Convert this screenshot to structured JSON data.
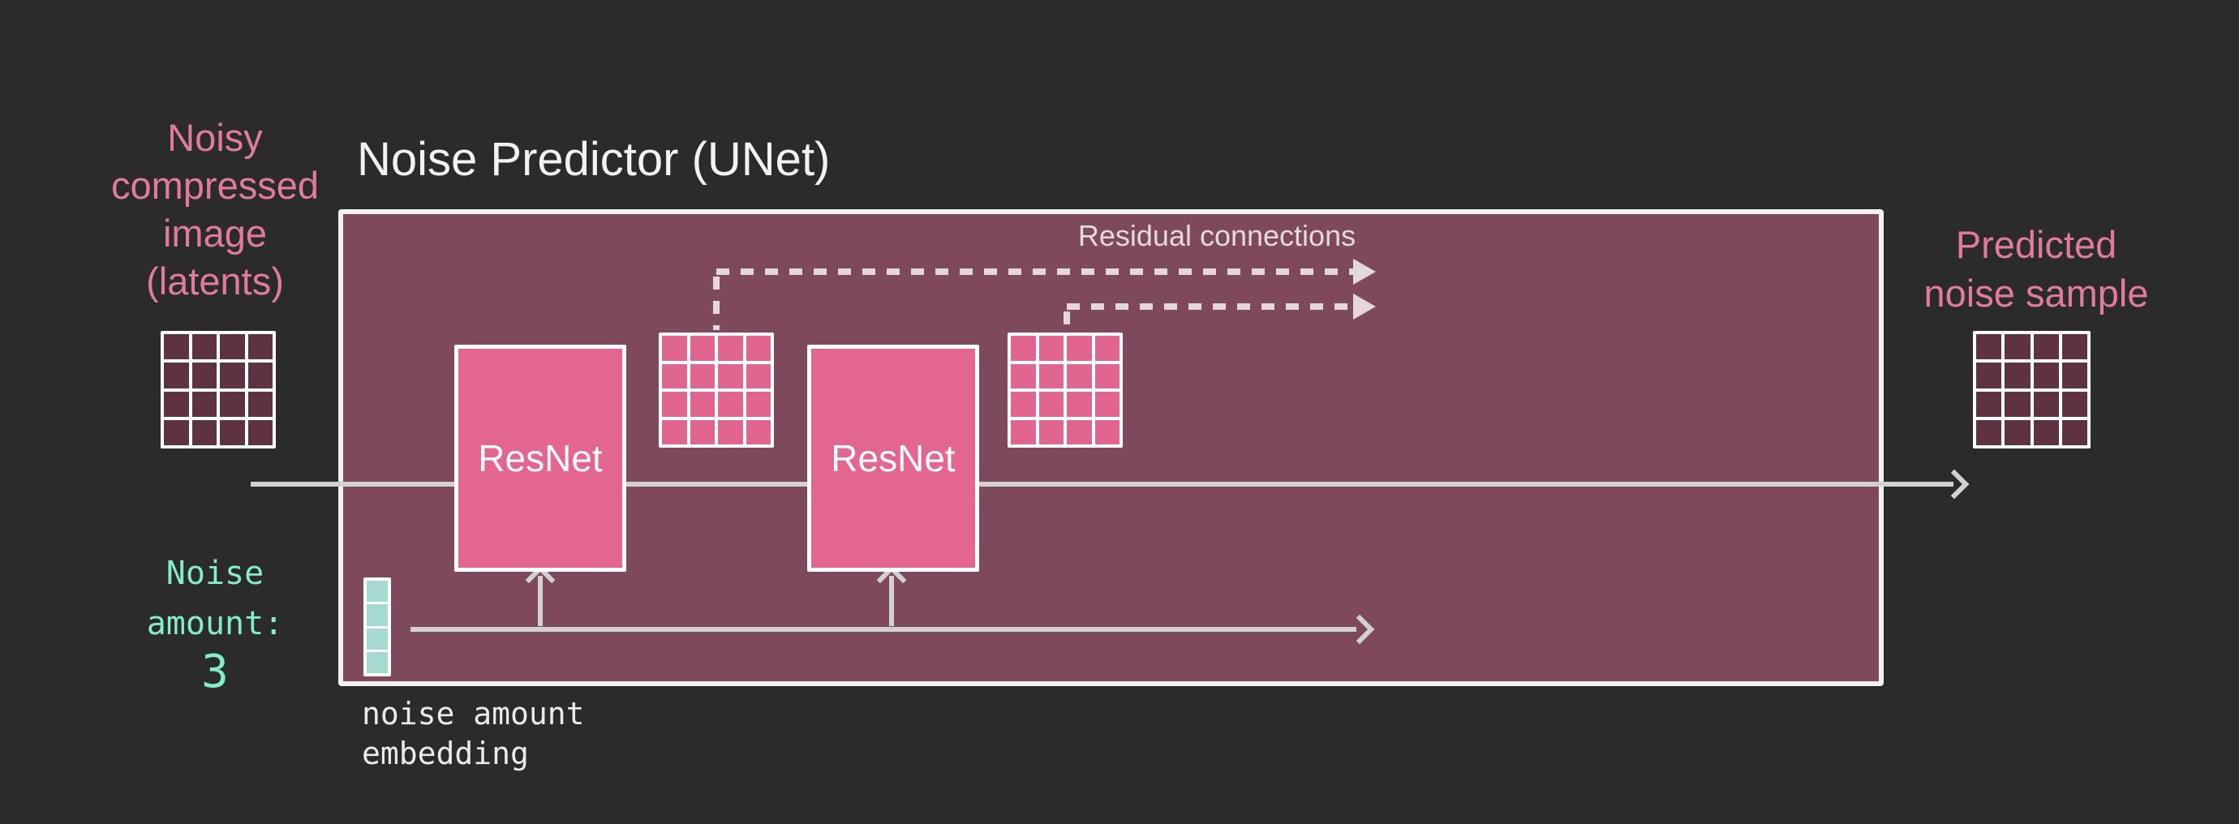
{
  "title": "Noise Predictor (UNet)",
  "left_label": {
    "lines": [
      "Noisy",
      "compressed",
      "image",
      "(latents)"
    ]
  },
  "right_label": {
    "lines": [
      "Predicted",
      "noise sample"
    ]
  },
  "residual_label": "Residual connections",
  "resnet_blocks": {
    "block1_label": "ResNet",
    "block2_label": "ResNet"
  },
  "noise_amount": {
    "line1": "Noise",
    "line2": "amount:",
    "value": "3"
  },
  "embedding_label": {
    "line1": "noise amount",
    "line2": "embedding"
  },
  "grids": {
    "latents": {
      "rows": 4,
      "cols": 4,
      "cell_color": "#5e3242"
    },
    "unet_a": {
      "rows": 4,
      "cols": 4,
      "cell_color": "#e0668f"
    },
    "unet_b": {
      "rows": 4,
      "cols": 4,
      "cell_color": "#e0668f"
    },
    "predicted": {
      "rows": 4,
      "cols": 4,
      "cell_color": "#5e3242"
    },
    "embedding": {
      "rows": 4,
      "cols": 1,
      "cell_color": "#a7d9d3"
    }
  },
  "theme": {
    "bg": "#2c2b2c",
    "panel": "#7e495c",
    "panel-border": "#f4f1f3",
    "line": "#d2d0d1",
    "dash": "#e3d7dd",
    "pink-text": "#e07b9a",
    "mint": "#83ecc9",
    "title-color": "#f3f1f2",
    "resnet-fill": "#e2668f",
    "residual-text": "#e5d8df",
    "mono-text": "#eceaeb"
  }
}
